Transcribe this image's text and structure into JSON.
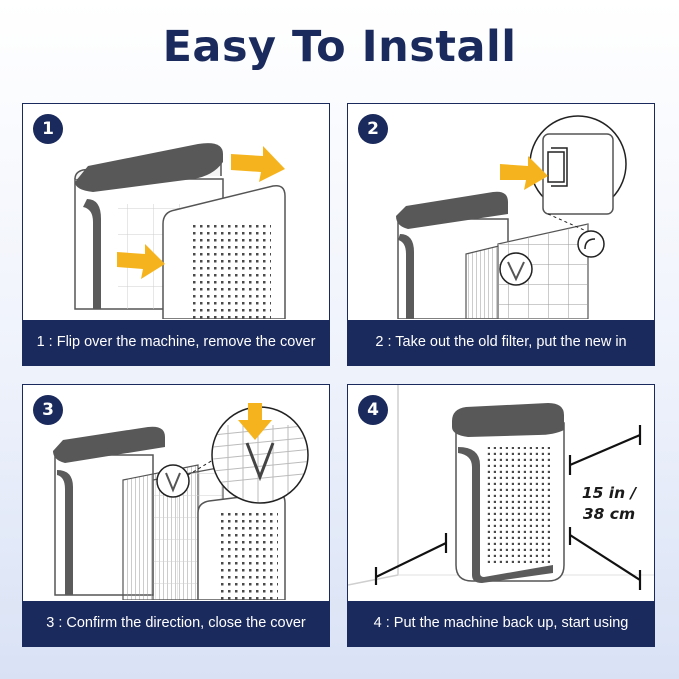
{
  "title": "Easy To Install",
  "colors": {
    "navy": "#1b2a5c",
    "arrow": "#f5b41d",
    "device_dark": "#5b5b5b"
  },
  "steps": [
    {
      "number": "1",
      "caption": "1 : Flip over the machine, remove the cover",
      "icon": "arrow-icon"
    },
    {
      "number": "2",
      "caption": "2 : Take out the old filter, put the new in",
      "icon": "arrow-icon"
    },
    {
      "number": "3",
      "caption": "3 : Confirm the direction, close the cover",
      "icon": "arrow-down-icon"
    },
    {
      "number": "4",
      "caption": "4 : Put the machine back up, start using",
      "icon": "dimension-line-icon"
    }
  ],
  "measurement": {
    "line1": "15 in /",
    "line2": "38 cm"
  }
}
